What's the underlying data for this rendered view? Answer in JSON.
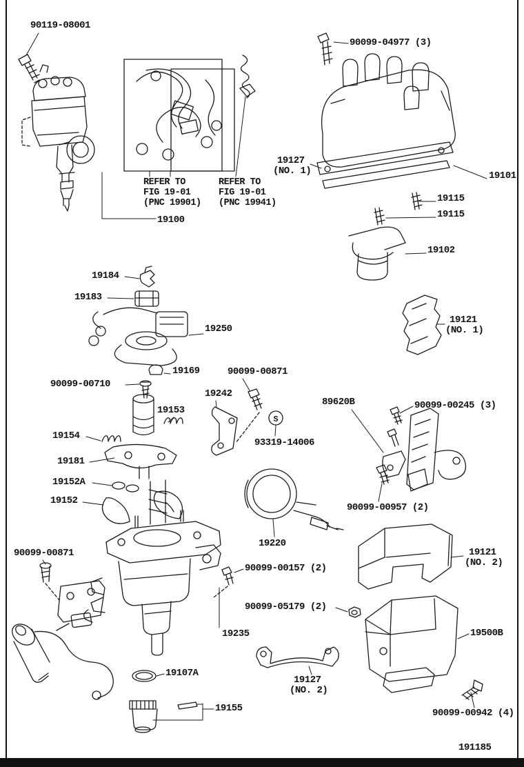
{
  "page": {
    "diagram_number": "191185",
    "background_color": "#ffffff",
    "line_color": "#1a1a1a"
  },
  "symbols": {
    "circled_s": "S"
  },
  "notes": {
    "refer1": {
      "l1": "REFER TO",
      "l2": "FIG 19-01",
      "l3": "(PNC 19901)"
    },
    "refer2": {
      "l1": "REFER TO",
      "l2": "FIG 19-01",
      "l3": "(PNC 19941)"
    }
  },
  "labels": {
    "l_90119_08001": "90119-08001",
    "l_90099_04977": "90099-04977 (3)",
    "l_19127_no1_line1": "19127",
    "l_19127_no1_line2": "(NO. 1)",
    "l_19101": "19101",
    "l_19115_a": "19115",
    "l_19115_b": "19115",
    "l_19102": "19102",
    "l_19100": "19100",
    "l_19184": "19184",
    "l_19183": "19183",
    "l_19250": "19250",
    "l_19121_no1_line1": "19121",
    "l_19121_no1_line2": "(NO. 1)",
    "l_19169": "19169",
    "l_90099_00871_mid": "90099-00871",
    "l_90099_00710": "90099-00710",
    "l_19242": "19242",
    "l_19153": "19153",
    "l_89620b": "89620B",
    "l_90099_00245": "90099-00245 (3)",
    "l_93319_14006": "93319-14006",
    "l_19154": "19154",
    "l_19181": "19181",
    "l_19152a": "19152A",
    "l_19152": "19152",
    "l_90099_00957": "90099-00957 (2)",
    "l_19220": "19220",
    "l_19121_no2_line1": "19121",
    "l_19121_no2_line2": "(NO. 2)",
    "l_90099_00871_left": "90099-00871",
    "l_90099_00157": "90099-00157 (2)",
    "l_90099_05179": "90099-05179 (2)",
    "l_19235": "19235",
    "l_19500b": "19500B",
    "l_19107a": "19107A",
    "l_19127_no2_line1": "19127",
    "l_19127_no2_line2": "(NO. 2)",
    "l_19155": "19155",
    "l_90099_00942": "90099-00942 (4)"
  }
}
